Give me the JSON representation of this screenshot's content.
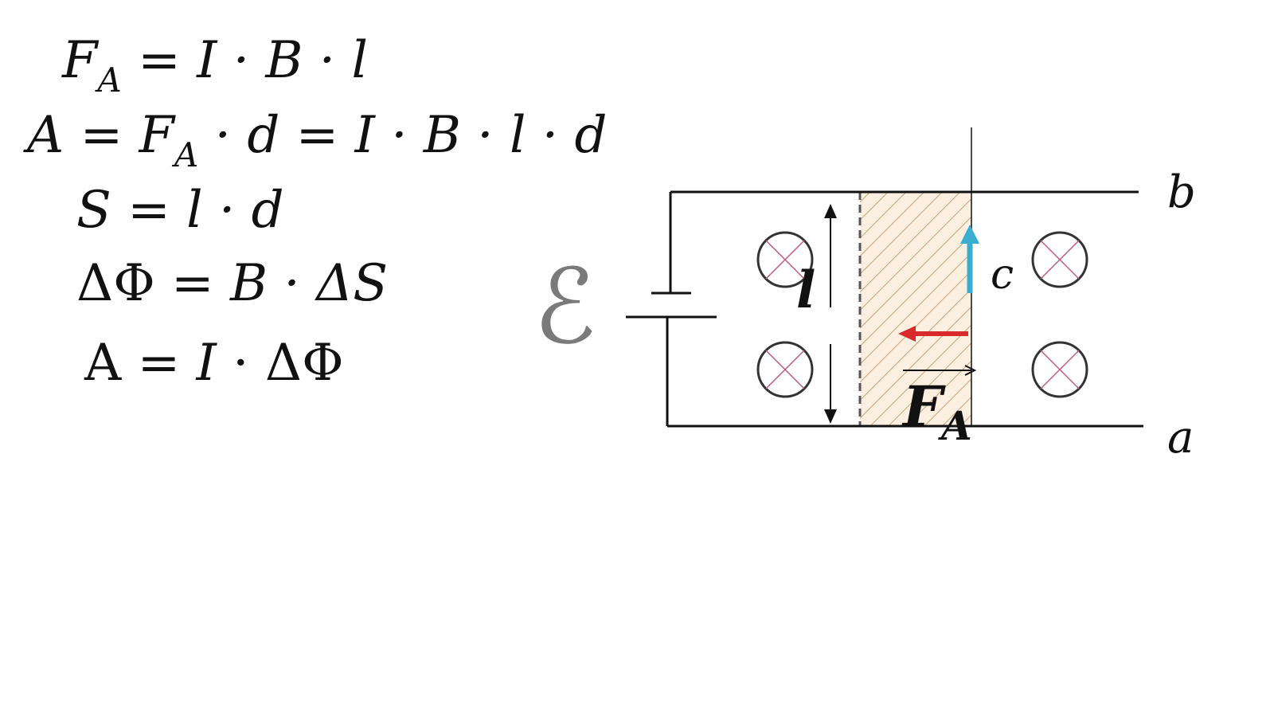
{
  "formulas": {
    "f1": {
      "lhs": "F",
      "lhs_sub": "A",
      "rhs": " = I · B · l"
    },
    "f2": {
      "a": "A = F",
      "a_sub": "A",
      "b": " · d = I · B · l · d"
    },
    "f3": {
      "text": "S = l · d"
    },
    "f4": {
      "delta1": "ΔΦ",
      "mid": " = B · ",
      "delta2": "ΔS"
    },
    "f5": {
      "a": "A = ",
      "b": "I",
      "c": " · ΔΦ"
    }
  },
  "diagram": {
    "labels": {
      "emf": "ℰ",
      "length": "l",
      "point_c": "c",
      "rail_b": "b",
      "rail_a": "a",
      "force": "F",
      "force_sub": "A"
    },
    "colors": {
      "current_arrow": "#3aaed0",
      "force_arrow": "#d82a2a",
      "field_symbol": "#c05a80",
      "hatch": "#c9a27a",
      "hatch_bg": "#fbefe0",
      "wire": "#111111"
    },
    "field_symbols": [
      "cross-into-page",
      "cross-into-page",
      "cross-into-page",
      "cross-into-page"
    ]
  }
}
